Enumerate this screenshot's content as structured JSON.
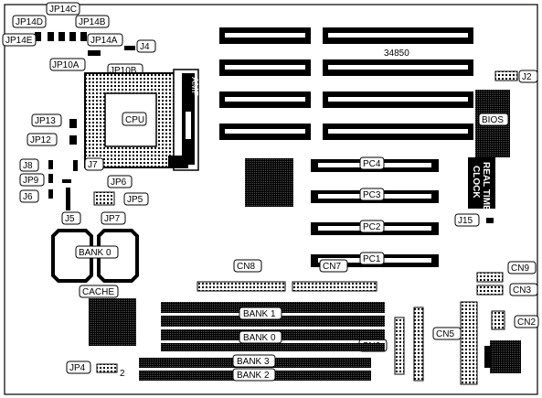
{
  "board": {
    "model_number": "34850",
    "labels": {
      "jp14d": "JP14D",
      "jp14c": "JP14C",
      "jp14b": "JP14B",
      "jp14e": "JP14E",
      "jp14a": "JP14A",
      "j4": "J4",
      "jp10a": "JP10A",
      "jp10b": "JP10B",
      "cpu": "CPU",
      "amp": "AMP",
      "jp13": "JP13",
      "jp12": "JP12",
      "j8": "J8",
      "j7": "J7",
      "jp9": "JP9",
      "jp6": "JP6",
      "j6": "J6",
      "jp5": "JP5",
      "j5": "J5",
      "jp7": "JP7",
      "bank0_cache": "BANK 0",
      "cache": "CACHE",
      "j2": "J2",
      "bios": "BIOS",
      "rtc_line1": "REAL TIME",
      "rtc_line2": "CLOCK",
      "pc4": "PC4",
      "pc3": "PC3",
      "pc2": "PC2",
      "pc1": "PC1",
      "j15": "J15",
      "cn8": "CN8",
      "cn7": "CN7",
      "cn9": "CN9",
      "cn3": "CN3",
      "cn2": "CN2",
      "bank1": "BANK 1",
      "bank0": "BANK 0",
      "bank3": "BANK 3",
      "bank2": "BANK 2",
      "cn5": "CN5",
      "cn6": "CN6",
      "jp4": "JP4",
      "jp4_pin": "2"
    }
  }
}
